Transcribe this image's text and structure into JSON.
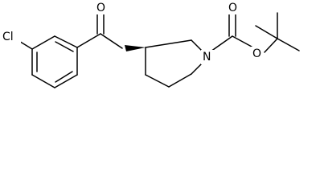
{
  "molecule": {
    "atoms": {
      "chlorine": "Cl",
      "ketone_oxygen": "O",
      "ring_nitrogen": "N",
      "carbonyl_oxygen": "O",
      "ester_oxygen": "O"
    }
  }
}
